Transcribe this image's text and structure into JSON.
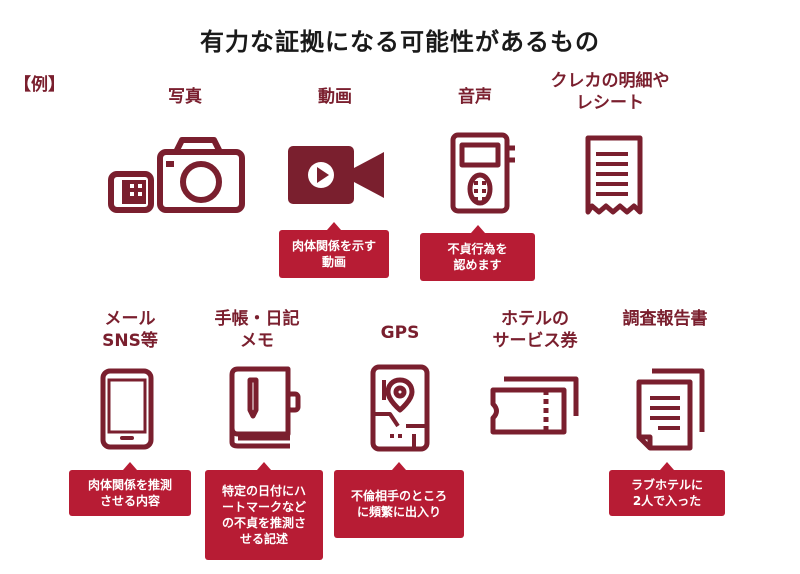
{
  "title": "有力な証拠になる可能性があるもの",
  "example_label": "【例】",
  "items": [
    {
      "label": "写真",
      "icon": "camera-icon"
    },
    {
      "label": "動画",
      "icon": "video-camera-icon",
      "callout": [
        "肉体関係を示す",
        "動画"
      ]
    },
    {
      "label": "音声",
      "icon": "voice-recorder-icon",
      "callout": [
        "不貞行為を",
        "認めます"
      ]
    },
    {
      "label": [
        "クレカの明細や",
        "レシート"
      ],
      "icon": "receipt-icon"
    },
    {
      "label": [
        "メール",
        "SNS等"
      ],
      "icon": "smartphone-icon",
      "callout": [
        "肉体関係を推測",
        "させる内容"
      ]
    },
    {
      "label": [
        "手帳・日記",
        "メモ"
      ],
      "icon": "notebook-icon",
      "callout": [
        "特定の日付にハ",
        "ートマークなど",
        "の不貞を推測さ",
        "せる記述"
      ]
    },
    {
      "label": "GPS",
      "icon": "gps-map-icon",
      "callout": [
        "不倫相手のところ",
        "に頻繁に出入り"
      ]
    },
    {
      "label": [
        "ホテルの",
        "サービス券"
      ],
      "icon": "ticket-icon"
    },
    {
      "label": "調査報告書",
      "icon": "documents-icon",
      "callout": [
        "ラブホテルに",
        "2人で入った"
      ]
    }
  ],
  "colors": {
    "accent": "#7a1f2e",
    "callout": "#b71c34",
    "title": "#1a1a1a"
  }
}
